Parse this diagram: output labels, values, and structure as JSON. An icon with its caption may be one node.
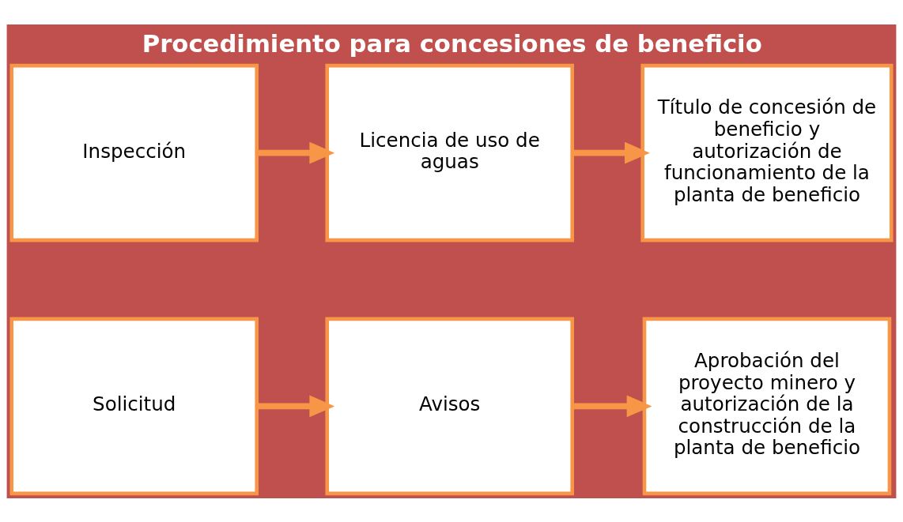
{
  "diagram": {
    "title": "Procedimiento para concesiones de beneficio",
    "nodes": [
      {
        "text": [
          "Solicitud"
        ]
      },
      {
        "text": [
          "Avisos"
        ]
      },
      {
        "text": [
          "Aprobación del proyecto minero y autorización de la construcción de la planta de beneficio"
        ]
      },
      {
        "text": [
          "Inspección"
        ]
      },
      {
        "text": [
          "Licencia de uso de aguas"
        ]
      },
      {
        "text": [
          "Título de concesión de beneficio y autorización de funcionamiento de la planta de beneficio"
        ]
      }
    ],
    "edges": [
      {
        "from": 0,
        "to": 1,
        "arrow": "to"
      },
      {
        "from": 1,
        "to": 2,
        "arrow": "to"
      },
      {
        "from": 3,
        "to": 4,
        "arrow": "to"
      },
      {
        "from": 4,
        "to": 5,
        "arrow": "to"
      }
    ]
  }
}
